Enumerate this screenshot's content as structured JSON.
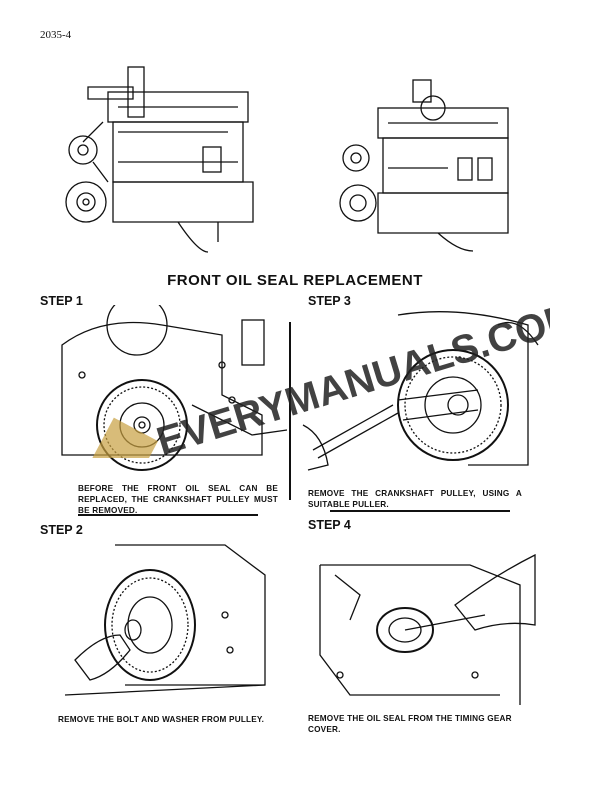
{
  "page_number": "2035-4",
  "title": "FRONT OIL SEAL REPLACEMENT",
  "steps": [
    {
      "label": "STEP 1",
      "caption": "BEFORE THE FRONT OIL SEAL CAN BE REPLACED, THE CRANKSHAFT PULLEY MUST BE REMOVED."
    },
    {
      "label": "STEP 2",
      "caption": "REMOVE THE BOLT AND WASHER FROM PULLEY."
    },
    {
      "label": "STEP 3",
      "caption": "REMOVE THE CRANKSHAFT PULLEY, USING A SUITABLE PULLER."
    },
    {
      "label": "STEP 4",
      "caption": "REMOVE THE OIL SEAL FROM THE TIMING GEAR COVER."
    }
  ],
  "watermark": "EVERYMANUALS.COM",
  "colors": {
    "ink": "#111111",
    "watermark": "#c8a040"
  }
}
